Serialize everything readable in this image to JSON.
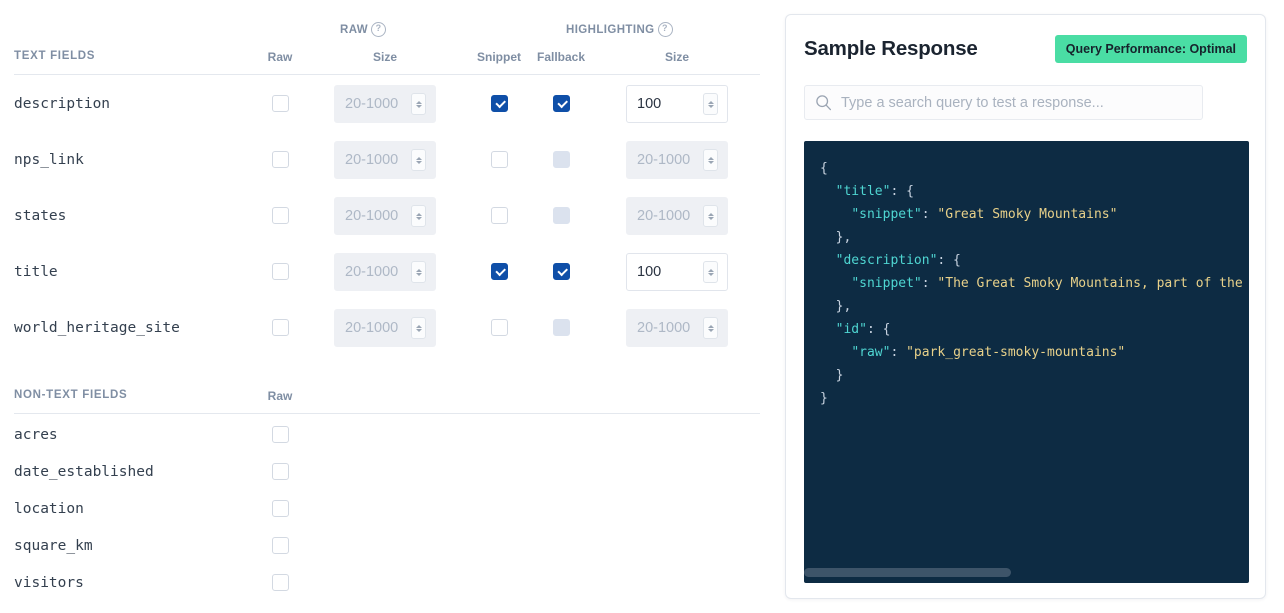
{
  "left": {
    "group_headers": [
      {
        "label": "RAW",
        "help_icon": "help-circle-icon",
        "help_glyph": "?"
      },
      {
        "label": "HIGHLIGHTING",
        "help_icon": "help-circle-icon",
        "help_glyph": "?"
      }
    ],
    "text_section": {
      "title": "TEXT FIELDS",
      "columns": {
        "raw": "Raw",
        "size1": "Size",
        "snippet": "Snippet",
        "fallback": "Fallback",
        "size2": "Size"
      },
      "size_placeholder": "20-1000",
      "rows": [
        {
          "name": "description",
          "raw": false,
          "raw_size": "",
          "raw_size_enabled": false,
          "snippet": true,
          "fallback": true,
          "fallback_state": "checked",
          "hl_size": "100",
          "hl_size_enabled": true
        },
        {
          "name": "nps_link",
          "raw": false,
          "raw_size": "",
          "raw_size_enabled": false,
          "snippet": false,
          "fallback": false,
          "fallback_state": "disabled",
          "hl_size": "",
          "hl_size_enabled": false
        },
        {
          "name": "states",
          "raw": false,
          "raw_size": "",
          "raw_size_enabled": false,
          "snippet": false,
          "fallback": false,
          "fallback_state": "disabled",
          "hl_size": "",
          "hl_size_enabled": false
        },
        {
          "name": "title",
          "raw": false,
          "raw_size": "",
          "raw_size_enabled": false,
          "snippet": true,
          "fallback": true,
          "fallback_state": "checked",
          "hl_size": "100",
          "hl_size_enabled": true
        },
        {
          "name": "world_heritage_site",
          "raw": false,
          "raw_size": "",
          "raw_size_enabled": false,
          "snippet": false,
          "fallback": false,
          "fallback_state": "disabled",
          "hl_size": "",
          "hl_size_enabled": false
        }
      ]
    },
    "nontext_section": {
      "title": "NON-TEXT FIELDS",
      "columns": {
        "raw": "Raw"
      },
      "rows": [
        {
          "name": "acres",
          "raw": false
        },
        {
          "name": "date_established",
          "raw": false
        },
        {
          "name": "location",
          "raw": false
        },
        {
          "name": "square_km",
          "raw": false
        },
        {
          "name": "visitors",
          "raw": false
        }
      ]
    }
  },
  "right": {
    "title": "Sample Response",
    "badge": "Query Performance: Optimal",
    "badge_color": "#4adda4",
    "search": {
      "icon": "search-icon",
      "value": "",
      "placeholder": "Type a search query to test a response..."
    },
    "response": {
      "lines": [
        [
          {
            "t": "{",
            "c": "p"
          }
        ],
        [
          {
            "t": "  ",
            "c": "p"
          },
          {
            "t": "\"title\"",
            "c": "k"
          },
          {
            "t": ": {",
            "c": "p"
          }
        ],
        [
          {
            "t": "    ",
            "c": "p"
          },
          {
            "t": "\"snippet\"",
            "c": "k"
          },
          {
            "t": ": ",
            "c": "p"
          },
          {
            "t": "\"Great Smoky Mountains\"",
            "c": "s"
          }
        ],
        [
          {
            "t": "  },",
            "c": "p"
          }
        ],
        [
          {
            "t": "  ",
            "c": "p"
          },
          {
            "t": "\"description\"",
            "c": "k"
          },
          {
            "t": ": {",
            "c": "p"
          }
        ],
        [
          {
            "t": "    ",
            "c": "p"
          },
          {
            "t": "\"snippet\"",
            "c": "k"
          },
          {
            "t": ": ",
            "c": "p"
          },
          {
            "t": "\"The Great Smoky Mountains, part of the Appa",
            "c": "s"
          }
        ],
        [
          {
            "t": "  },",
            "c": "p"
          }
        ],
        [
          {
            "t": "  ",
            "c": "p"
          },
          {
            "t": "\"id\"",
            "c": "k"
          },
          {
            "t": ": {",
            "c": "p"
          }
        ],
        [
          {
            "t": "    ",
            "c": "p"
          },
          {
            "t": "\"raw\"",
            "c": "k"
          },
          {
            "t": ": ",
            "c": "p"
          },
          {
            "t": "\"park_great-smoky-mountains\"",
            "c": "s"
          }
        ],
        [
          {
            "t": "  }",
            "c": "p"
          }
        ],
        [
          {
            "t": "}",
            "c": "p"
          }
        ]
      ],
      "scrollbar": {
        "orientation": "horizontal",
        "thumb_fraction": 0.465
      }
    }
  }
}
